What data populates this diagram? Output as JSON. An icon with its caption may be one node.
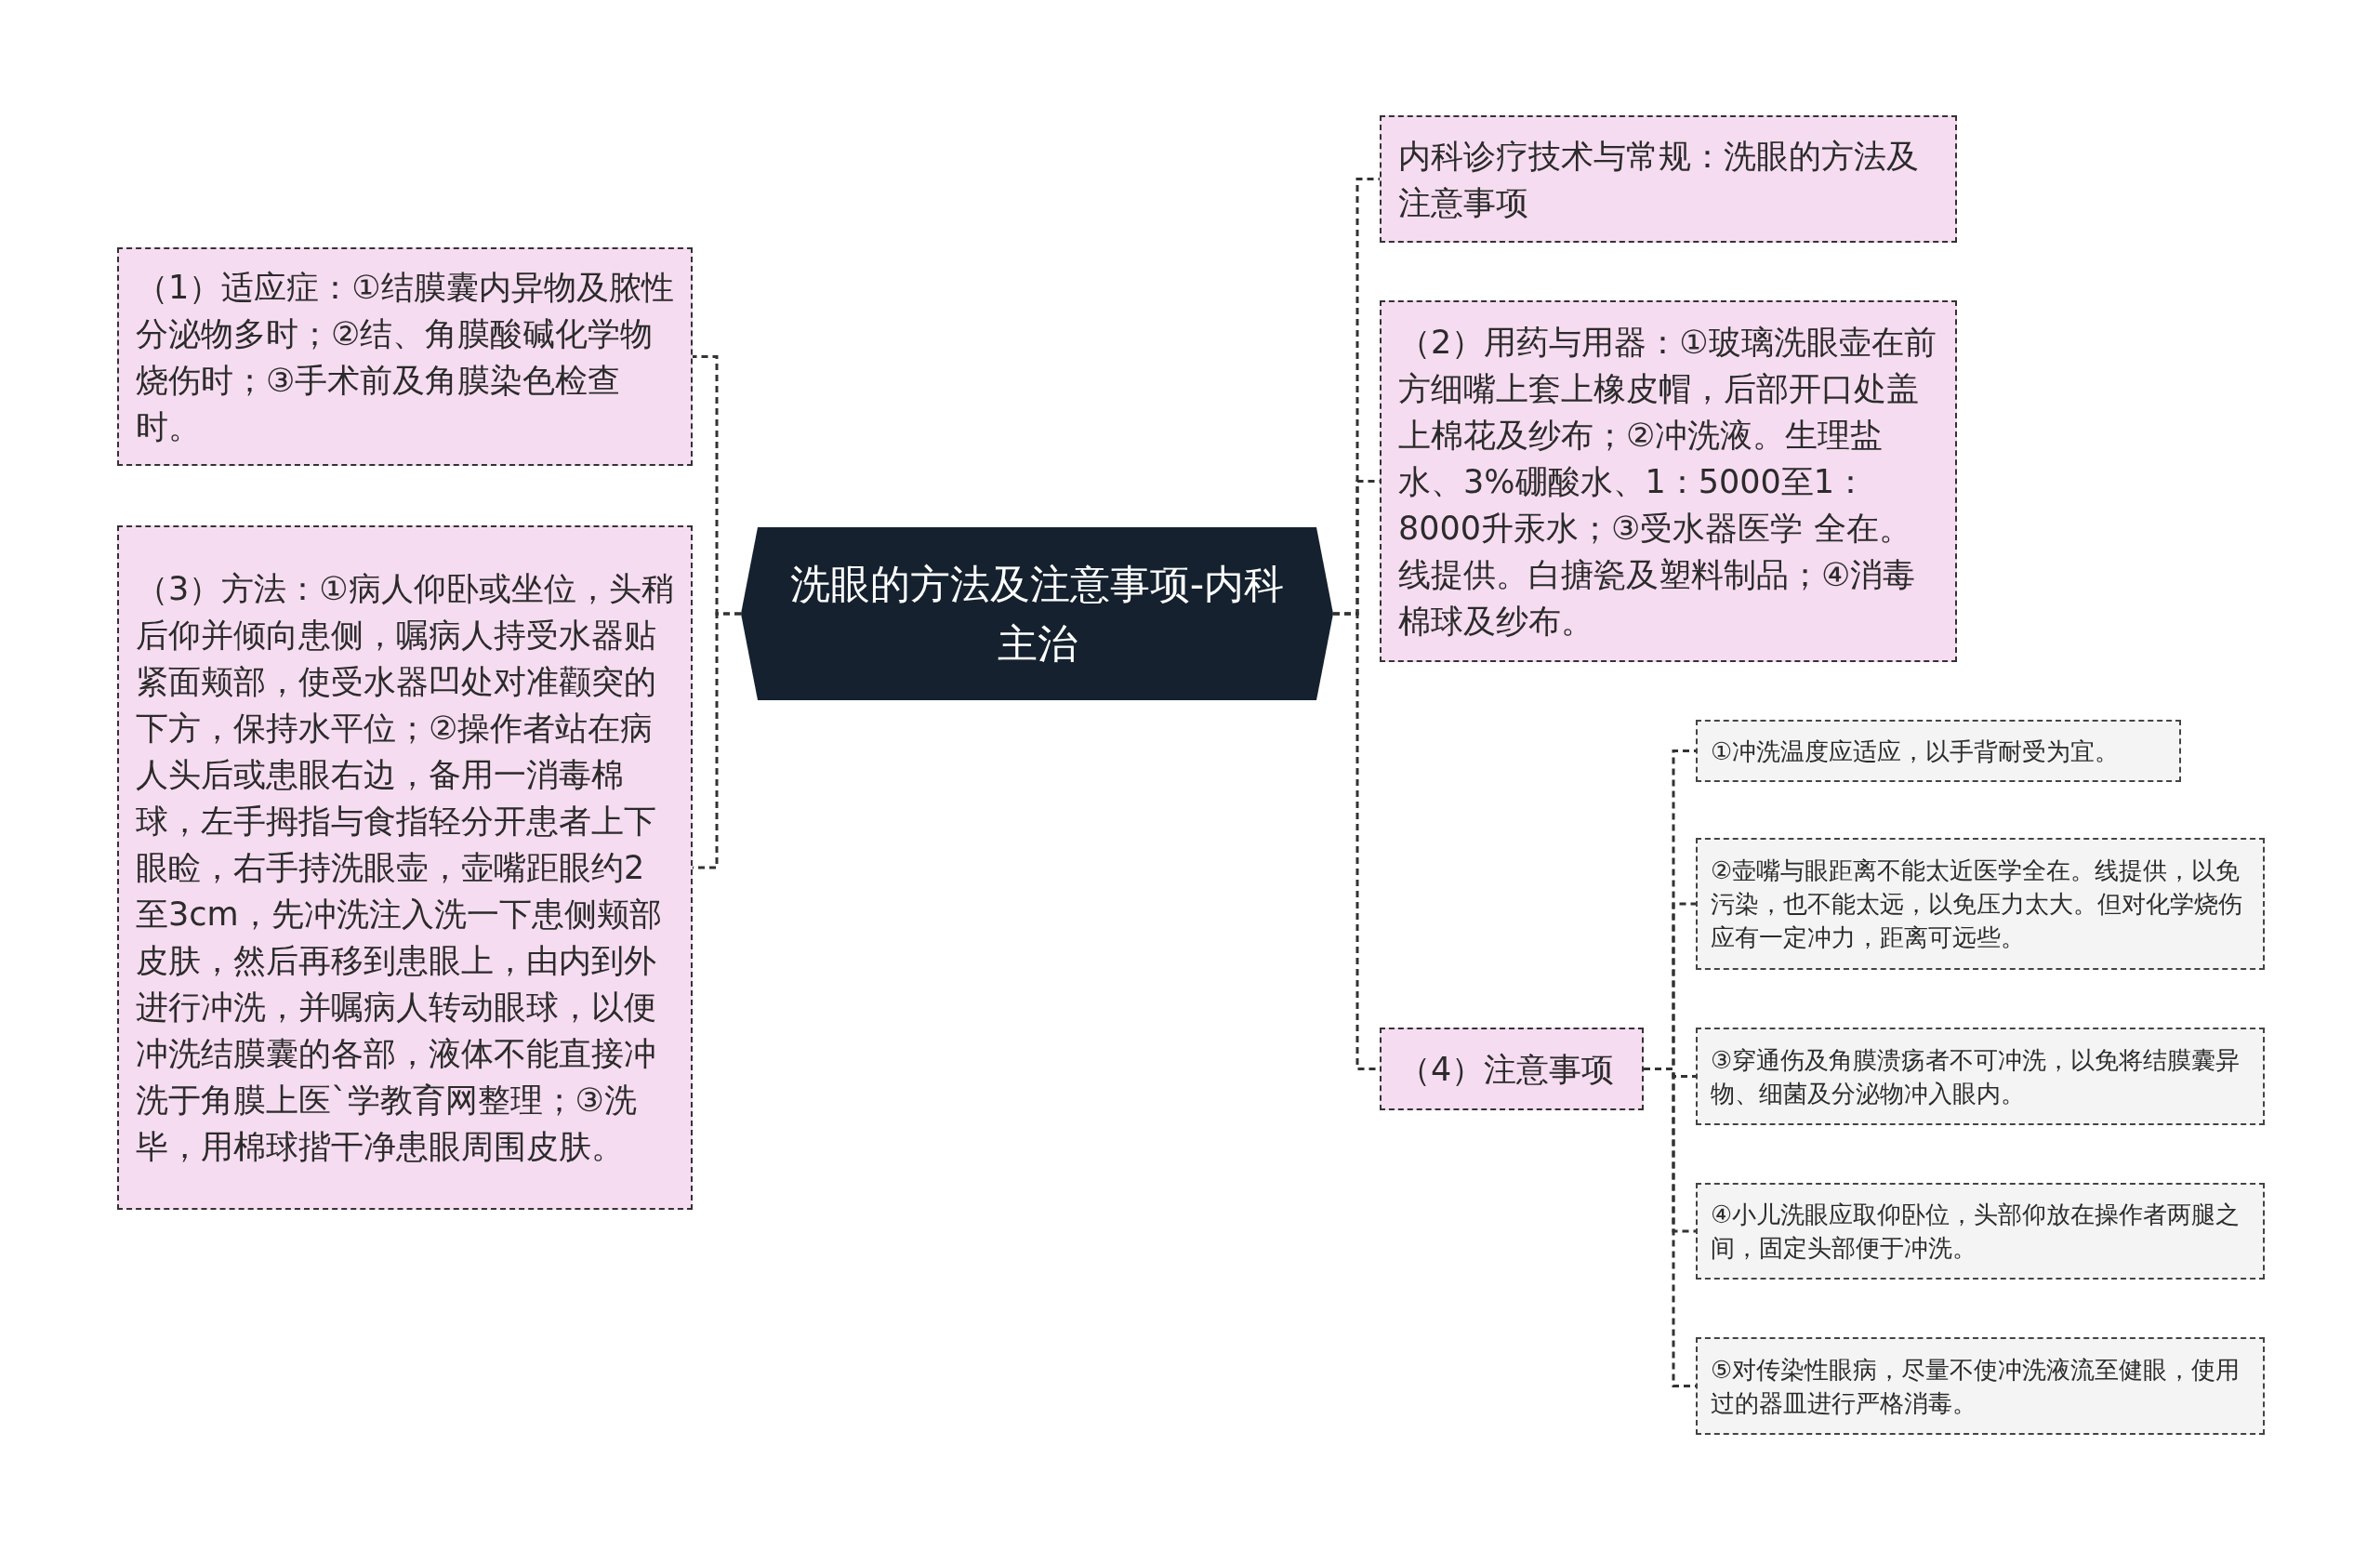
{
  "diagram": {
    "nodes": [
      {
        "text": [
          "洗眼的方法及注意事项-内科主治"
        ]
      },
      {
        "text": [
          "（1）适应症：①结膜囊内异物及脓性分泌物多时；②结、角膜酸碱化学物烧伤时；③手术前及角膜染色检查时。"
        ]
      },
      {
        "text": [
          "（3）方法：①病人仰卧或坐位，头稍后仰并倾向患侧，嘱病人持受水器贴紧面颊部，使受水器凹处对准颧突的下方，保持水平位；②操作者站在病人头后或患眼右边，备用一消毒棉球，左手拇指与食指轻分开患者上下眼睑，右手持洗眼壶，壶嘴距眼约2至3cm，先冲洗注入洗一下患侧颊部皮肤，然后再移到患眼上，由内到外进行冲洗，并嘱病人转动眼球，以便冲洗结膜囊的各部，液体不能直接冲洗于角膜上医`学教育网整理；③洗毕，用棉球揩干净患眼周围皮肤。"
        ]
      },
      {
        "text": [
          "内科诊疗技术与常规：洗眼的方法及注意事项"
        ]
      },
      {
        "text": [
          "（2）用药与用器：①玻璃洗眼壶在前方细嘴上套上橡皮帽，后部开口处盖上棉花及纱布；②冲洗液。生理盐水、3%硼酸水、1：5000至1：8000升汞水；③受水器医学 全在。线提供。白搪瓷及塑料制品；④消毒棉球及纱布。"
        ]
      },
      {
        "text": [
          "（4）注意事项"
        ]
      },
      {
        "text": [
          "①冲洗温度应适应，以手背耐受为宜。"
        ]
      },
      {
        "text": [
          "②壶嘴与眼距离不能太近医学全在。线提供，以免污染，也不能太远，以免压力太大。但对化学烧伤应有一定冲力，距离可远些。"
        ]
      },
      {
        "text": [
          "③穿通伤及角膜溃疡者不可冲洗，以免将结膜囊异物、细菌及分泌物冲入眼内。"
        ]
      },
      {
        "text": [
          "④小儿洗眼应取仰卧位，头部仰放在操作者两腿之间，固定头部便于冲洗。"
        ]
      },
      {
        "text": [
          "⑤对传染性眼病，尽量不使冲洗液流至健眼，使用过的器皿进行严格消毒。"
        ]
      }
    ],
    "edges": [
      {
        "from": 0,
        "to": 1,
        "arrow": "none",
        "style": "dashed"
      },
      {
        "from": 0,
        "to": 2,
        "arrow": "none",
        "style": "dashed"
      },
      {
        "from": 0,
        "to": 3,
        "arrow": "none",
        "style": "dashed"
      },
      {
        "from": 0,
        "to": 4,
        "arrow": "none",
        "style": "dashed"
      },
      {
        "from": 0,
        "to": 5,
        "arrow": "none",
        "style": "dashed"
      },
      {
        "from": 5,
        "to": 6,
        "arrow": "none",
        "style": "dashed"
      },
      {
        "from": 5,
        "to": 7,
        "arrow": "none",
        "style": "dashed"
      },
      {
        "from": 5,
        "to": 8,
        "arrow": "none",
        "style": "dashed"
      },
      {
        "from": 5,
        "to": 9,
        "arrow": "none",
        "style": "dashed"
      },
      {
        "from": 5,
        "to": 10,
        "arrow": "none",
        "style": "dashed"
      }
    ]
  }
}
